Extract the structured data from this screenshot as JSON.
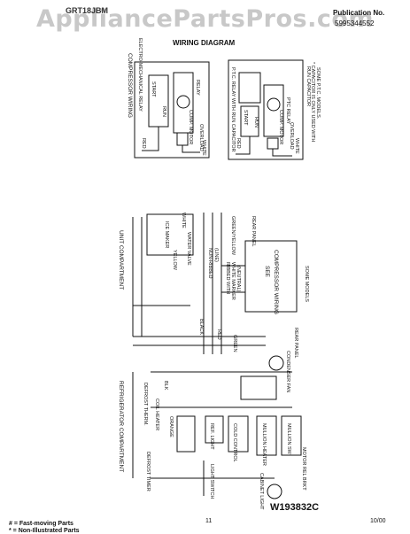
{
  "header": {
    "watermark": "AppliancePartsPros.com",
    "model": "GRT18JBM",
    "publication_label": "Publication No.",
    "publication_number": "5995344552"
  },
  "title": "WIRING DIAGRAM",
  "compressor_box_left": {
    "heading1": "COMPRESSOR WIRING",
    "heading2": "ELECTRO-MECHANICAL RELAY",
    "start": "START",
    "run": "RUN",
    "relay": "RELAY",
    "comp_motor": "COMP. MOTOR",
    "overload": "OVERLOAD",
    "red": "RED",
    "white": "WHITE"
  },
  "compressor_box_right": {
    "heading1": "RUN CAPACITOR",
    "heading2": "P.T.C. RELAY WITH RUN CAPACITOR",
    "start": "START",
    "run": "RUN",
    "ptc_relay": "PTC RELAY",
    "comp_motor": "COMP. MOTOR",
    "overload": "OVERLOAD",
    "red": "RED",
    "white": "WHITE",
    "note1": "* CAPACITOR IS ONLY USED WITH",
    "note2": "SOME P.T.C. MODELS."
  },
  "wiring": {
    "unit_compartment": "UNIT COMPARTMENT",
    "refrigerator_compartment": "REFRIGERATOR COMPARTMENT",
    "ice_maker": "ICE MAKER",
    "water_valve": "WATER VALVE",
    "yellow": "YELLOW",
    "white": "WHITE",
    "black": "BLACK",
    "red": "RED",
    "green": "GREEN",
    "green_yellow": "GREEN/YELLOW",
    "non_ribbed": "NON-RIBBED",
    "line": "(LINE)",
    "ribbed": "RIBBED WITH",
    "white_marker": "WHITE MARKER",
    "neutral": "(NEUTRAL)",
    "see_compressor": "SEE",
    "compressor_wiring": "COMPRESSOR WIRING",
    "some_models": "SOME MODELS",
    "rear_panel": "REAR PANEL",
    "condenser_fan": "CONDENSER FAN",
    "defrost_therm": "DEFROST THERM.",
    "coil_heater": "COIL HEATER",
    "blk": "BLK",
    "orange": "ORANGE",
    "defrost_timer": "DEFROST TIMER",
    "ref_light": "REF. LIGHT",
    "cold_control": "COLD CONTROL",
    "light_switch": "LIGHT SWITCH",
    "mullion_heater": "MULLION HEATER",
    "mullion_sw": "MULLION SW",
    "motor_rel_bracket": "MOTOR REL BRKT",
    "cabinet_light": "CABINET LIGHT"
  },
  "footer": {
    "figure_number": "W193832C",
    "page_number": "11",
    "date": "10/00",
    "footnote_fast": "# = Fast-moving Parts",
    "footnote_non": "* = Non-Illustrated Parts"
  }
}
